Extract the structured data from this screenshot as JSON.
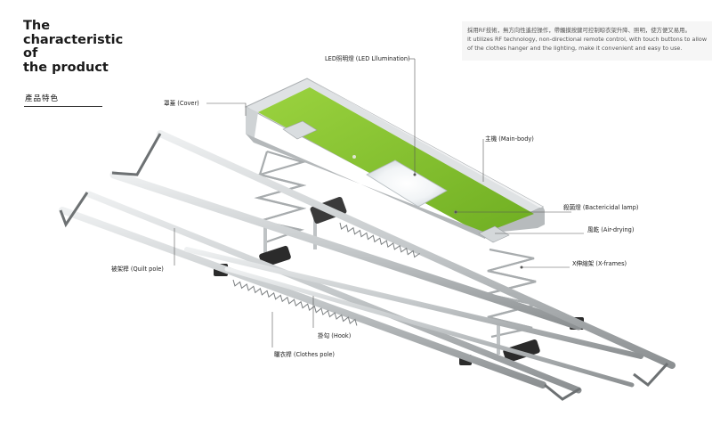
{
  "heading": {
    "lines": [
      "The",
      "characteristic",
      "of",
      "the product"
    ]
  },
  "subtitle": "產品特色",
  "description": {
    "line1": "採用RF技術，無方向性遙控操作，帶觸摸按鍵可控制晾衣架升降、照明，使方便又易用。",
    "line2": "It utilizes RF technology, non-directional remote control, with touch buttons to allow",
    "line3": "of the clothes hanger and the lighting, make it convenient and easy to use."
  },
  "labels": {
    "led": "LED照明燈 (LED Lllumination)",
    "cover": "罩蓋 (Cover)",
    "main_body": "主機 (Main-body)",
    "bactericidal": "殺菌燈 (Bactericidal lamp)",
    "air_drying": "風乾 (Air-drying)",
    "x_frames": "X伸縮架 (X-frames)",
    "quilt_pole": "被架桿 (Quilt pole)",
    "hook": "掛勾 (Hook)",
    "clothes_pole": "曬衣桿 (Clothes pole)"
  },
  "colors": {
    "panel_green": "#86c530",
    "aluminum": "#c9ccce",
    "aluminum_dark": "#8c9092",
    "leader_line": "#555555"
  }
}
